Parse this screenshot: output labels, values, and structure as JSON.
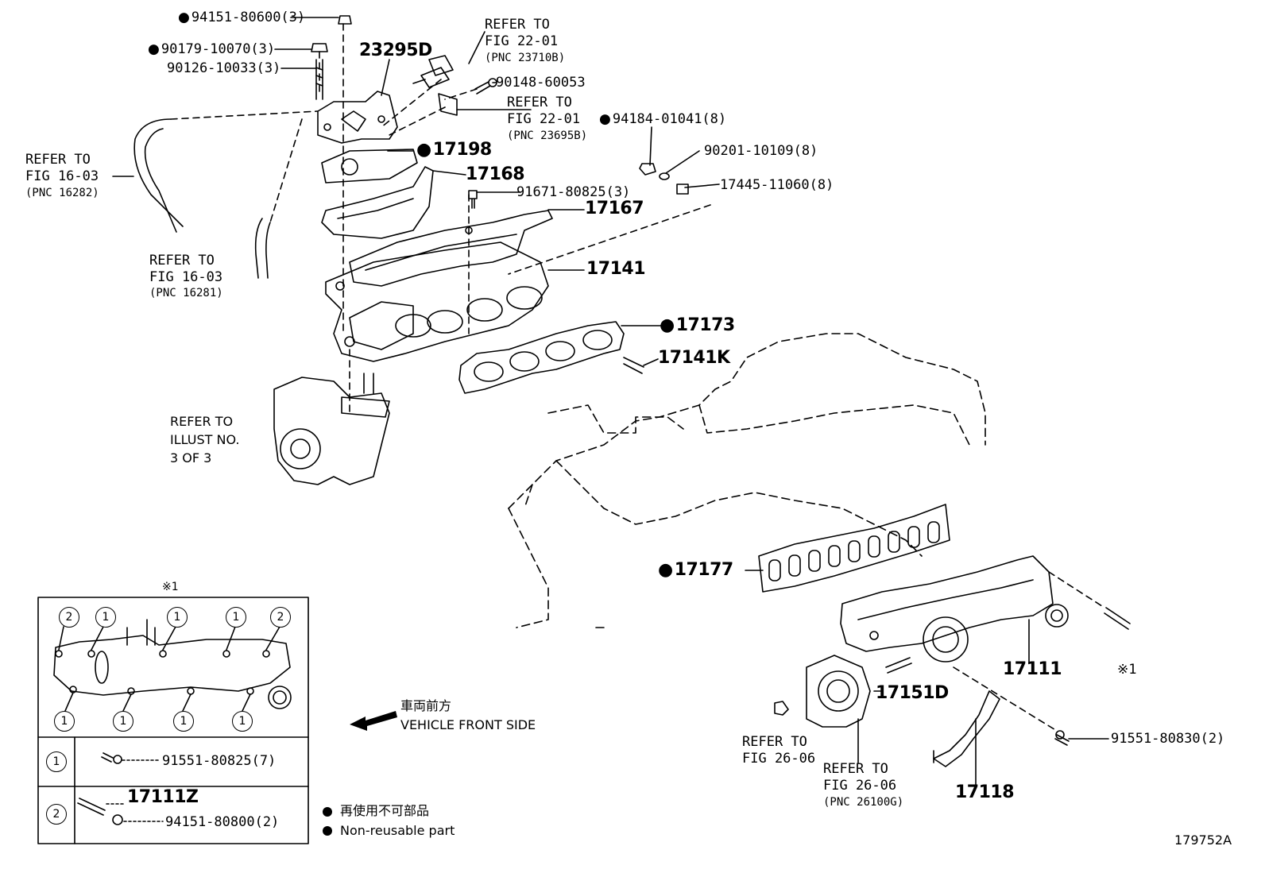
{
  "labels": {
    "p94151_80600": "94151-80600(3)",
    "p90179_10070": "90179-10070(3)",
    "p90126_10033": "90126-10033(3)",
    "p23295D": "23295D",
    "refer_a_1": "REFER TO",
    "refer_a_2": "FIG 22-01",
    "refer_a_3": "(PNC 23710B)",
    "p90148_60053": "90148-60053",
    "refer_b_1": "REFER TO",
    "refer_b_2": "FIG 22-01",
    "refer_b_3": "(PNC 23695B)",
    "p94184_01041": "94184-01041(8)",
    "p90201_10109": "90201-10109(8)",
    "p17445_11060": "17445-11060(8)",
    "refer_c_1": "REFER TO",
    "refer_c_2": "FIG 16-03",
    "refer_c_3": "(PNC 16282)",
    "p17198": "17198",
    "p17168": "17168",
    "p91671_80825": "91671-80825(3)",
    "p17167": "17167",
    "refer_d_1": "REFER TO",
    "refer_d_2": "FIG 16-03",
    "refer_d_3": "(PNC 16281)",
    "p17141": "17141",
    "p17173": "17173",
    "p17141K": "17141K",
    "refer_e_1": "REFER TO",
    "refer_e_2": "ILLUST NO.",
    "refer_e_3": "3 OF 3",
    "p17177": "17177",
    "p17111": "17111",
    "star1_right": "※1",
    "p17151D": "17151D",
    "p91551_80830": "91551-80830(2)",
    "refer_f_1": "REFER TO",
    "refer_f_2": "FIG 26-06",
    "refer_g_1": "REFER TO",
    "refer_g_2": "FIG 26-06",
    "refer_g_3": "(PNC 26100G)",
    "p17118": "17118",
    "direction_jp": "車両前方",
    "direction_en": "VEHICLE FRONT SIDE",
    "legend_jp": "再使用不可部品",
    "legend_en": "Non-reusable part",
    "illust_no": "179752A"
  },
  "inset": {
    "title": "※1",
    "row1_num": "1",
    "row1_part": "91551-80825(7)",
    "row2_num": "2",
    "row2_part_a": "17111Z",
    "row2_part_b": "94151-80800(2)",
    "markers": [
      "2",
      "1",
      "1",
      "1",
      "2",
      "1",
      "1",
      "1",
      "1"
    ]
  }
}
